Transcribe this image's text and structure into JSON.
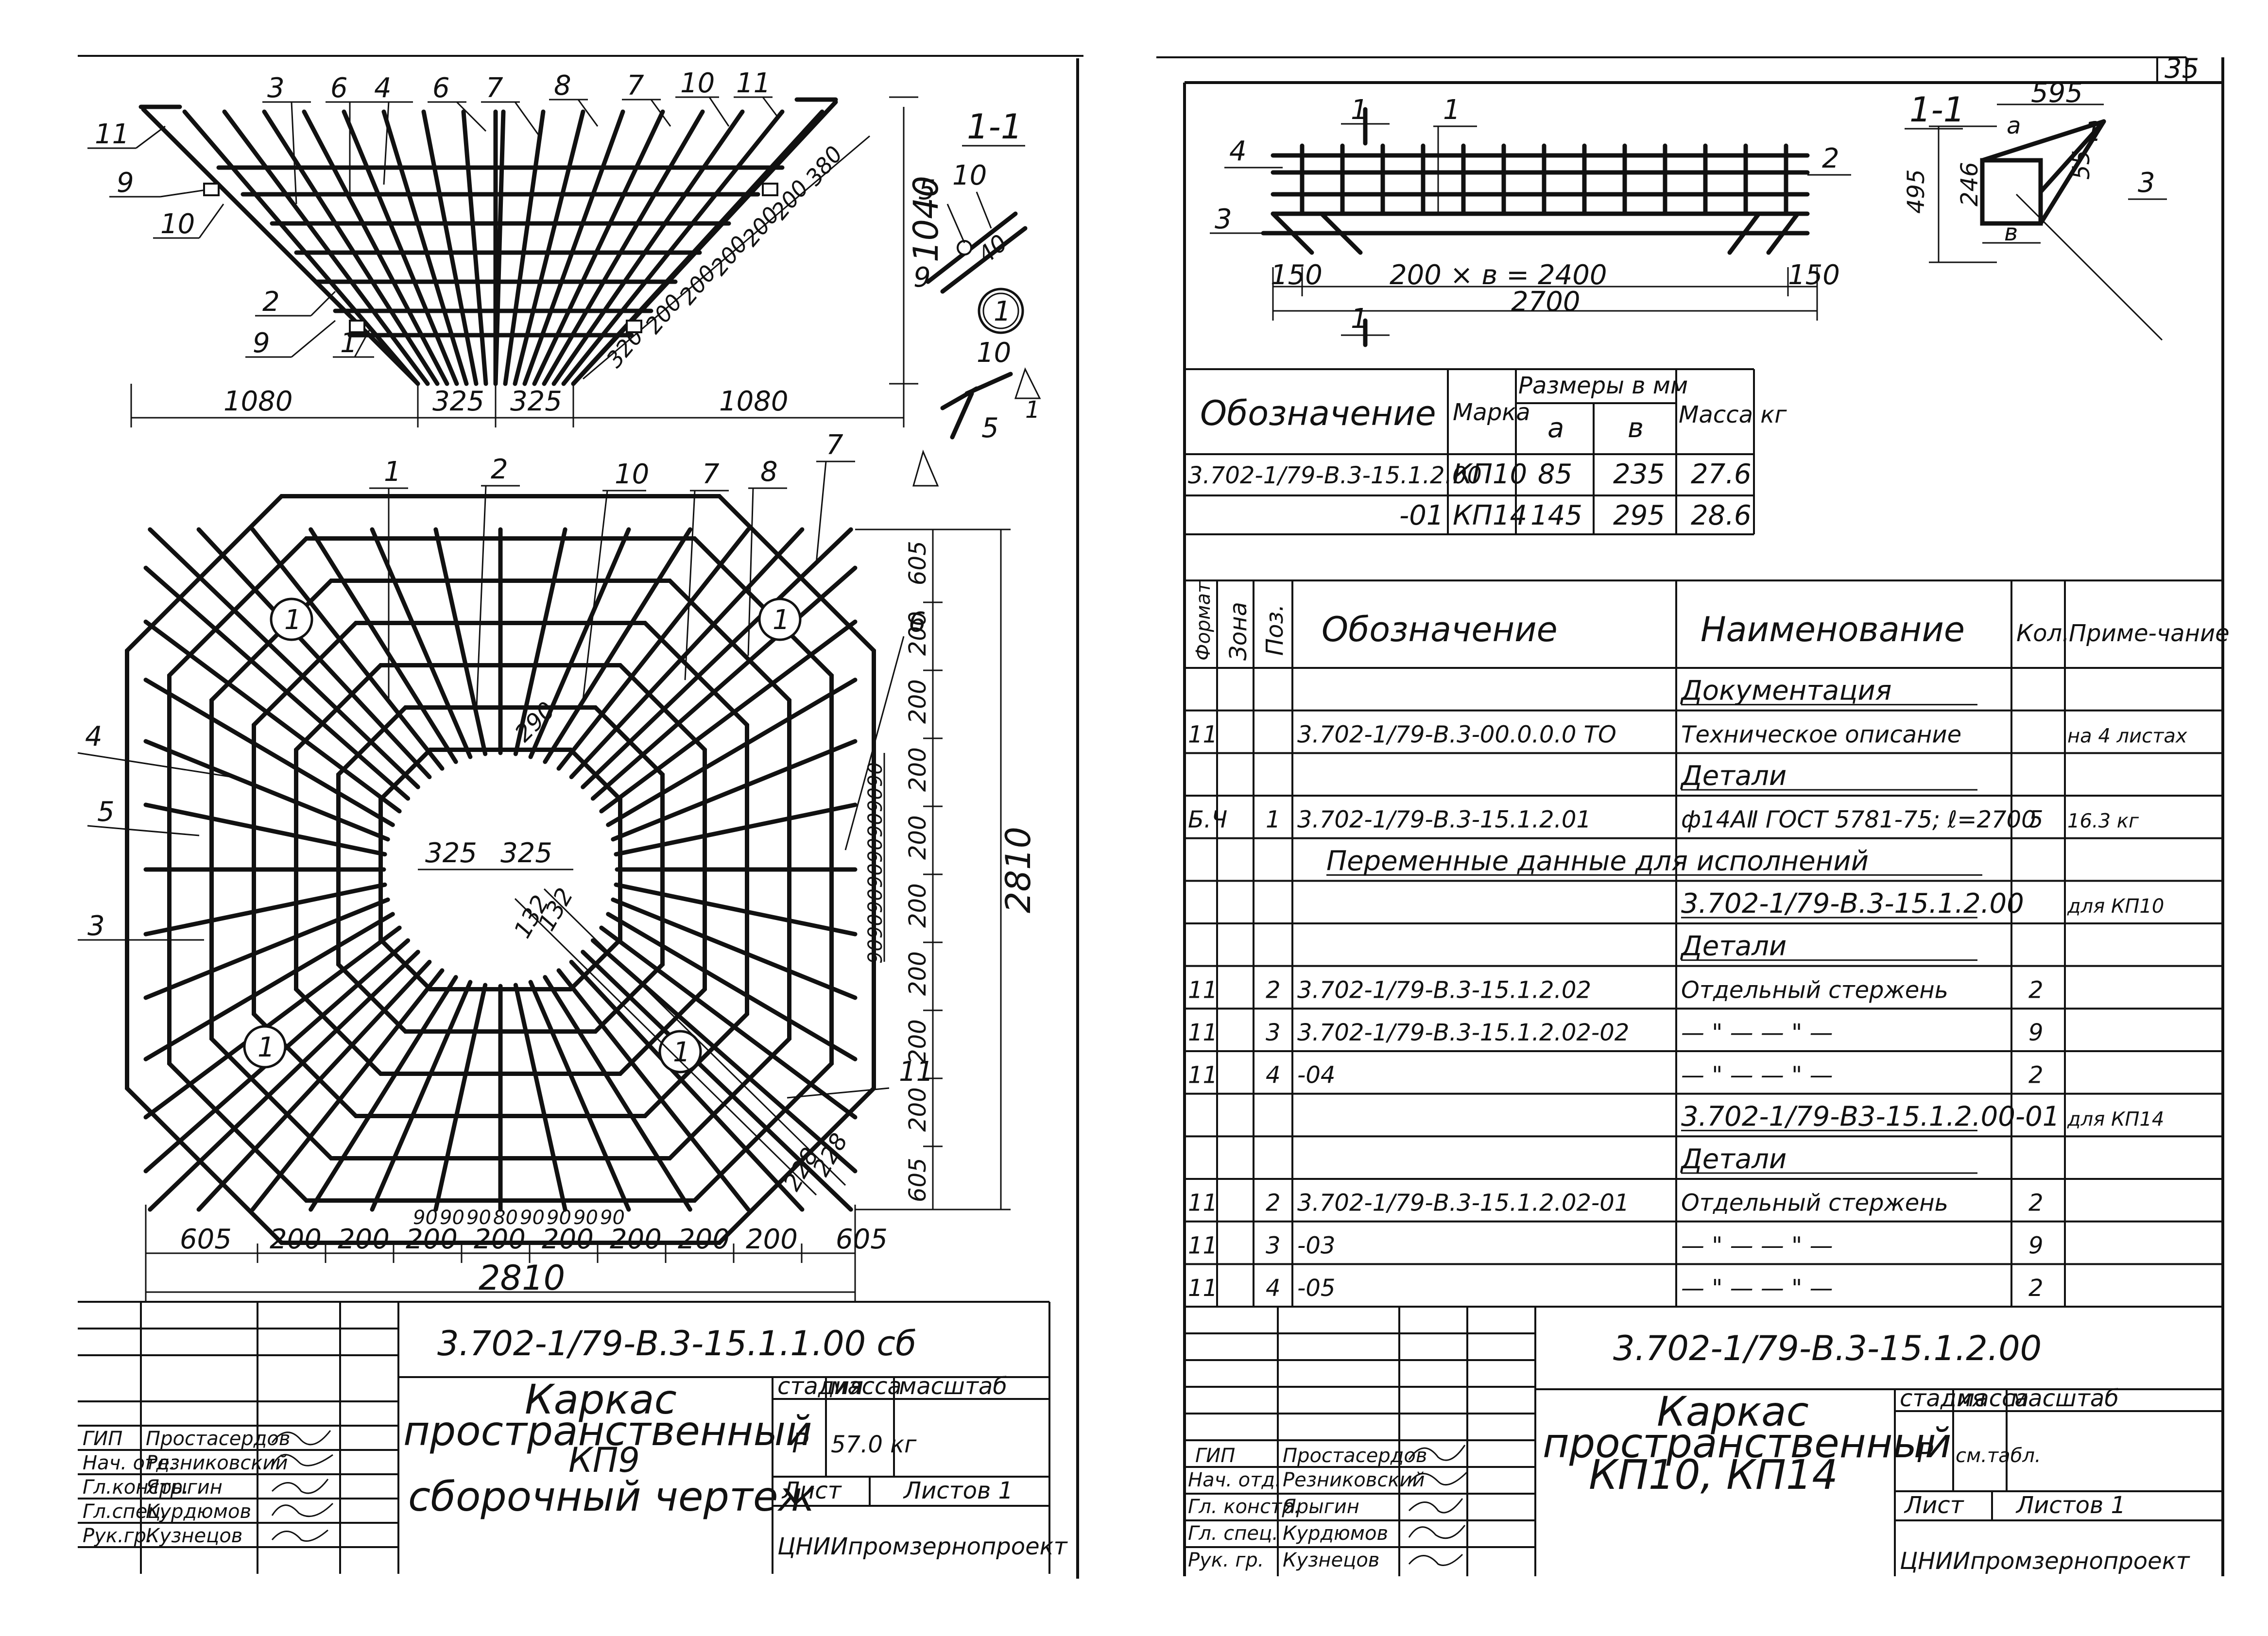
{
  "page_number": "35",
  "left": {
    "section_label": "1-1",
    "top_view": {
      "pos_labels": [
        "3",
        "6",
        "4",
        "6",
        "7",
        "8",
        "7",
        "10",
        "11",
        "11",
        "9",
        "10",
        "2",
        "9",
        "1"
      ],
      "dims_bottom": [
        "1080",
        "325",
        "325",
        "1080"
      ],
      "dims_diag": [
        "320",
        "200",
        "200",
        "200",
        "200",
        "200",
        "380"
      ],
      "height": "1040",
      "detail_labels": [
        "5",
        "10",
        "9",
        "40"
      ],
      "node_mark": "1",
      "node_labels": [
        "10",
        "5"
      ],
      "arrow_label": "1"
    },
    "plan": {
      "pos_labels_top": [
        "1",
        "2",
        "10",
        "7",
        "8",
        "7"
      ],
      "pos_labels_left": [
        "4",
        "5",
        "3"
      ],
      "pos_label_right": "6",
      "pos_label_11": "11",
      "center_dims": [
        "325",
        "325"
      ],
      "diag_dims": [
        "290",
        "132",
        "132",
        "228",
        "228"
      ],
      "node_mark": "1",
      "right_dims": [
        "605",
        "200",
        "200",
        "200",
        "200",
        "200",
        "200",
        "200",
        "200",
        "605"
      ],
      "right_total": "2810",
      "inner_dims": [
        "90",
        "90",
        "90",
        "90",
        "90",
        "90",
        "90",
        "90"
      ],
      "bottom_small": [
        "90",
        "90",
        "90",
        "80",
        "90",
        "90",
        "90",
        "90"
      ],
      "bottom_dims": [
        "605",
        "200",
        "200",
        "200",
        "200",
        "200",
        "200",
        "200",
        "200",
        "605"
      ],
      "bottom_total": "2810"
    },
    "title_block": {
      "code": "3.702-1/79-В.3-15.1.1.00 сб",
      "name_lines": [
        "Каркас",
        "пространственный",
        "КП9"
      ],
      "subtitle": "сборочный чертеж",
      "col_stage": "стадия",
      "col_mass": "масса",
      "col_scale": "масштаб",
      "stage": "Р",
      "mass": "57.0 кг",
      "sheet": "Лист",
      "sheets": "Листов 1",
      "org": "ЦНИИпромзернопроект",
      "roles": [
        "ГИП",
        "Нач. отд.",
        "Гл.констр.",
        "Гл.спец.",
        "Рук.гр."
      ],
      "names": [
        "Простасердов",
        "Резниковский",
        "Ярыгин",
        "Курдюмов",
        "Кузнецов"
      ]
    }
  },
  "right": {
    "elevation": {
      "labels": [
        "1",
        "1",
        "4",
        "2",
        "3",
        "1"
      ],
      "dim_left": "150",
      "dim_mid": "200 × в = 2400",
      "dim_right": "150",
      "dim_total": "2700"
    },
    "section": {
      "label": "1-1",
      "width": "595",
      "height": "495",
      "a": "а",
      "b": "в",
      "small1": "246",
      "small2": "55",
      "pos": [
        "1",
        "3"
      ]
    },
    "size_table": {
      "h_designation": "Обозначение",
      "h_mark": "Марка",
      "h_sizes": "Размеры в мм",
      "h_a": "а",
      "h_b": "в",
      "h_mass": "Масса кг",
      "rows": [
        {
          "designation": "3.702-1/79-В.3-15.1.2.00",
          "mark": "КП10",
          "a": "85",
          "b": "235",
          "mass": "27.6"
        },
        {
          "designation": "-01",
          "mark": "КП14",
          "a": "145",
          "b": "295",
          "mass": "28.6"
        }
      ]
    },
    "spec": {
      "headers": [
        "Формат",
        "Зона",
        "Поз.",
        "Обозначение",
        "Наименование",
        "Кол.",
        "Приме-чание"
      ],
      "rows": [
        {
          "fmt": "",
          "zone": "",
          "pos": "",
          "desig": "",
          "name": "Документация",
          "qty": "",
          "note": "",
          "name_underline": true
        },
        {
          "fmt": "11",
          "zone": "",
          "pos": "",
          "desig": "3.702-1/79-В.3-00.0.0.0 ТО",
          "name": "Техническое описание",
          "qty": "",
          "note": "на 4 листах"
        },
        {
          "fmt": "",
          "zone": "",
          "pos": "",
          "desig": "",
          "name": "Детали",
          "qty": "",
          "note": "",
          "name_underline": true
        },
        {
          "fmt": "Б.Ч",
          "zone": "",
          "pos": "1",
          "desig": "3.702-1/79-В.3-15.1.2.01",
          "name": "ф14АⅡ ГОСТ 5781-75; ℓ=2700",
          "qty": "5",
          "note": "16.3 кг"
        },
        {
          "fmt": "",
          "zone": "",
          "pos": "",
          "desig": "",
          "name": "Переменные данные для исполнений",
          "qty": "",
          "note": "",
          "span": true
        },
        {
          "fmt": "",
          "zone": "",
          "pos": "",
          "desig": "",
          "name": "3.702-1/79-В.3-15.1.2.00",
          "qty": "",
          "note": "для КП10",
          "name_underline": true
        },
        {
          "fmt": "",
          "zone": "",
          "pos": "",
          "desig": "",
          "name": "Детали",
          "qty": "",
          "note": "",
          "name_underline": true
        },
        {
          "fmt": "11",
          "zone": "",
          "pos": "2",
          "desig": "3.702-1/79-В.3-15.1.2.02",
          "name": "Отдельный стержень",
          "qty": "2",
          "note": ""
        },
        {
          "fmt": "11",
          "zone": "",
          "pos": "3",
          "desig": "3.702-1/79-В.3-15.1.2.02-02",
          "name": "— \" —     — \" —",
          "qty": "9",
          "note": ""
        },
        {
          "fmt": "11",
          "zone": "",
          "pos": "4",
          "desig": "-04",
          "name": "— \" —     — \" —",
          "qty": "2",
          "note": ""
        },
        {
          "fmt": "",
          "zone": "",
          "pos": "",
          "desig": "",
          "name": "3.702-1/79-В3-15.1.2.00-01",
          "qty": "",
          "note": "для КП14",
          "name_underline": true
        },
        {
          "fmt": "",
          "zone": "",
          "pos": "",
          "desig": "",
          "name": "Детали",
          "qty": "",
          "note": "",
          "name_underline": true
        },
        {
          "fmt": "11",
          "zone": "",
          "pos": "2",
          "desig": "3.702-1/79-В.3-15.1.2.02-01",
          "name": "Отдельный стержень",
          "qty": "2",
          "note": ""
        },
        {
          "fmt": "11",
          "zone": "",
          "pos": "3",
          "desig": "-03",
          "name": "— \" —     — \" —",
          "qty": "9",
          "note": ""
        },
        {
          "fmt": "11",
          "zone": "",
          "pos": "4",
          "desig": "-05",
          "name": "— \" —     — \" —",
          "qty": "2",
          "note": ""
        }
      ]
    },
    "title_block": {
      "code": "3.702-1/79-В.3-15.1.2.00",
      "name_lines": [
        "Каркас",
        "пространственный",
        "КП10, КП14"
      ],
      "col_stage": "стадия",
      "col_mass": "масса",
      "col_scale": "масштаб",
      "stage": "Р",
      "mass": "см.табл.",
      "sheet": "Лист",
      "sheets": "Листов 1",
      "org": "ЦНИИпромзернопроект",
      "roles": [
        "ГИП",
        "Нач. отд.",
        "Гл. констр.",
        "Гл. спец.",
        "Рук. гр."
      ],
      "names": [
        "Простасердов",
        "Резниковский",
        "Ярыгин",
        "Курдюмов",
        "Кузнецов"
      ]
    }
  }
}
